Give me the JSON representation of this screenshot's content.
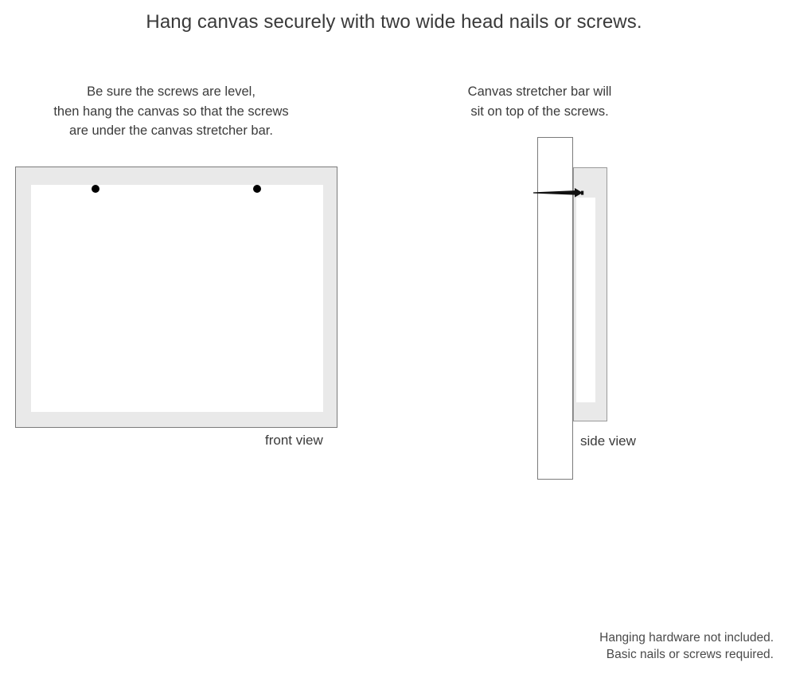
{
  "page": {
    "title": "Hang canvas securely with two wide head nails or screws.",
    "background_color": "#ffffff",
    "text_color": "#3b3b3b"
  },
  "front_panel": {
    "caption_lines": [
      "Be sure the screws are level,",
      "then hang the canvas so that the screws",
      "are under the canvas stretcher bar."
    ],
    "view_label": "front view",
    "frame_color": "#e9e9e9",
    "frame_border_color": "#7b7b7b",
    "canvas_face_color": "#ffffff",
    "screws": [
      {
        "name": "screw-left"
      },
      {
        "name": "screw-right"
      }
    ],
    "screw_color": "#000000"
  },
  "side_panel": {
    "caption_lines": [
      "Canvas stretcher bar will",
      "sit on top of the screws."
    ],
    "view_label": "side view",
    "wall_color": "#ffffff",
    "wall_border_color": "#7b7b7b",
    "stretcher_bar_color": "#e9e9e9",
    "stretcher_bar_border_color": "#9a9a9a",
    "canvas_inner_color": "#ffffff",
    "nail_color": "#111111"
  },
  "footer": {
    "lines": [
      "Hanging hardware not included.",
      "Basic nails or screws required."
    ]
  }
}
